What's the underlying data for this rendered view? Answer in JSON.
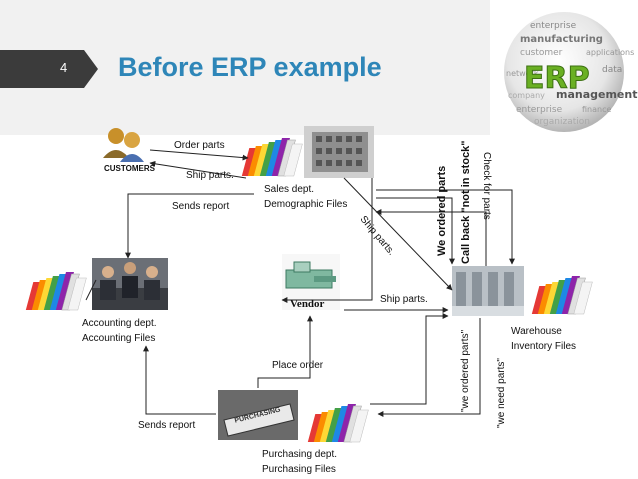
{
  "slide": {
    "number": "4",
    "title": "Before ERP example"
  },
  "logo": {
    "main": "ERP",
    "words": [
      "enterprise",
      "manufacturing",
      "customer",
      "applications",
      "network",
      "data",
      "company",
      "management",
      "enterprise",
      "finance",
      "organization"
    ]
  },
  "nodes": {
    "customers": "CUSTOMERS",
    "sales_line1": "Sales dept.",
    "sales_line2": "Demographic Files",
    "accounting_line1": "Accounting dept.",
    "accounting_line2": "Accounting Files",
    "vendor": "Vendor",
    "warehouse_line1": "Warehouse",
    "warehouse_line2": "Inventory Files",
    "purchasing_line1": "Purchasing dept.",
    "purchasing_line2": "Purchasing Files",
    "purchasing_sign": "PURCHASING"
  },
  "edges": {
    "order_parts": "Order parts",
    "ship_parts_1": "Ship parts.",
    "sends_report_1": "Sends report",
    "ship_parts_2": "Ship parts.",
    "we_ordered_parts": "We ordered parts",
    "call_back": "Call back \"not in stock\"",
    "check_for_parts": "Check for parts",
    "ship_parts_3": "Ship parts.",
    "place_order": "Place order",
    "we_ordered_parts_q": "\"we ordered parts\"",
    "we_need_parts_q": "\"we need parts\"",
    "sends_report_2": "Sends report"
  },
  "colors": {
    "title": "#2e86b8",
    "badge": "#3b3b3b",
    "logo_green": "#6ab023"
  }
}
